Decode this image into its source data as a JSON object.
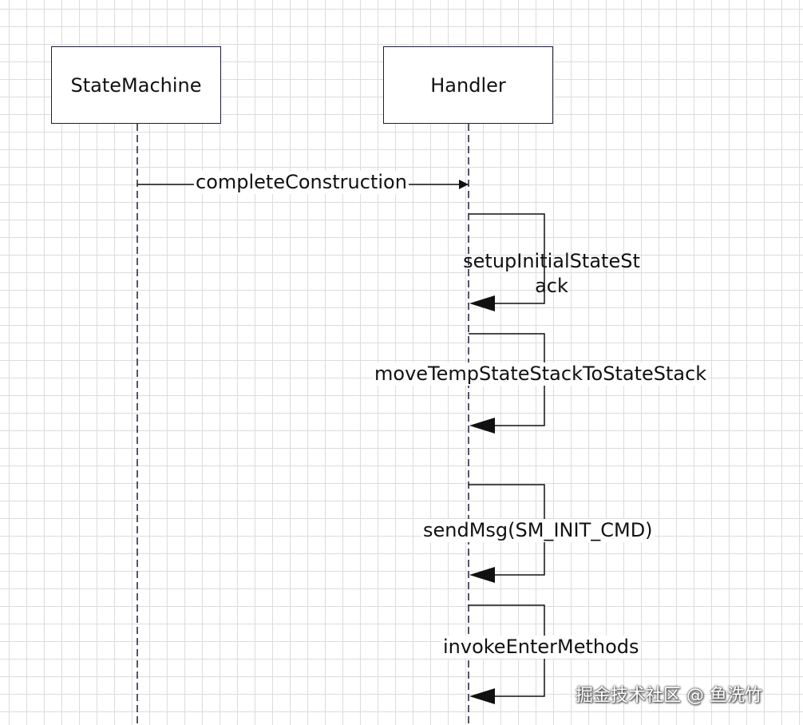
{
  "participants": {
    "statemachine": "StateMachine",
    "handler": "Handler"
  },
  "messages": {
    "complete_construction": "completeConstruction",
    "setup_initial_state_stack": "setupInitialStateStack",
    "move_temp_state_stack": "moveTempStateStackToStateStack",
    "send_msg": "sendMsg(SM_INIT_CMD)",
    "invoke_enter_methods": "invokeEnterMethods"
  },
  "watermark": "掘金技术社区 @ 鱼洗竹",
  "colors": {
    "lifeline": "#1b1f3b",
    "arrow": "#111111",
    "grid": "#dcdcdc"
  }
}
